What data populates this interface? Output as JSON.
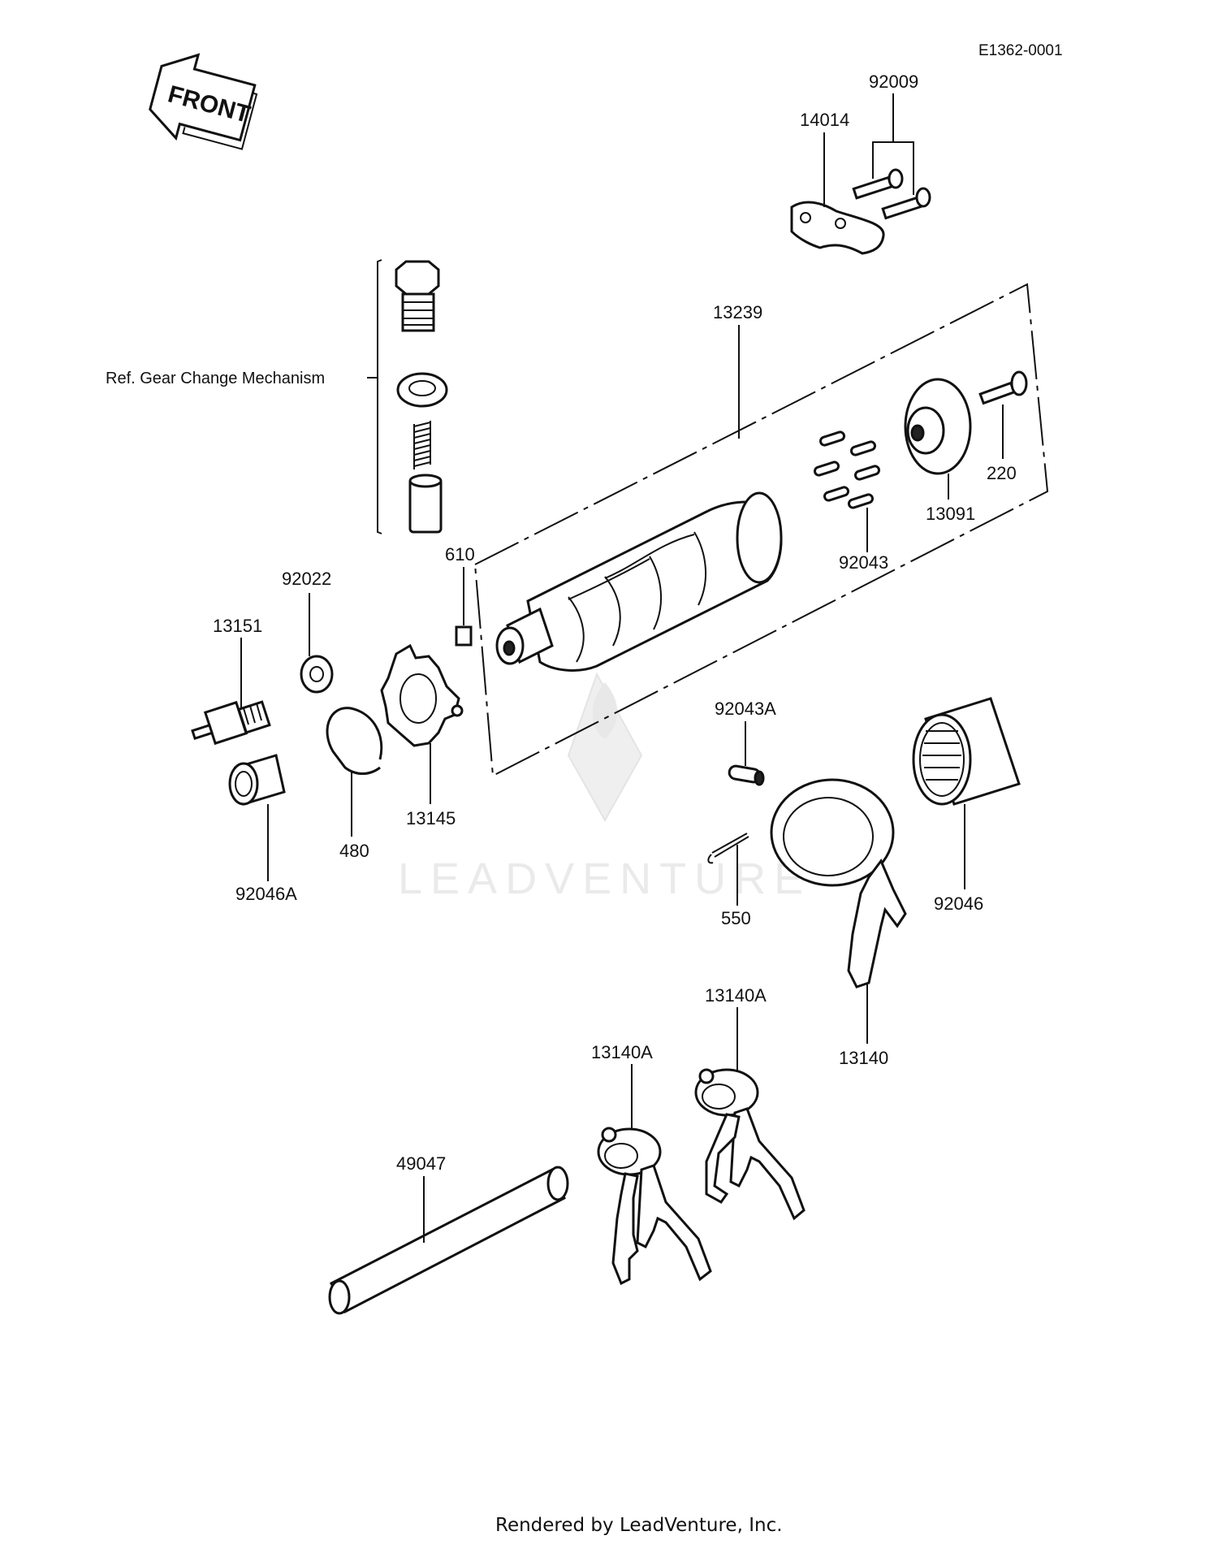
{
  "diagram_code": "E1362-0001",
  "front_label": "FRONT",
  "ref_label": "Ref. Gear Change Mechanism",
  "watermark": "LEADVENTURE",
  "footer": "Rendered by LeadVenture, Inc.",
  "parts": {
    "p92009": "92009",
    "p14014": "14014",
    "p13239": "13239",
    "p220": "220",
    "p13091": "13091",
    "p92043": "92043",
    "p610": "610",
    "p92022": "92022",
    "p13151": "13151",
    "p13145": "13145",
    "p480": "480",
    "p92046A": "92046A",
    "p92043A": "92043A",
    "p550": "550",
    "p92046": "92046",
    "p13140": "13140",
    "p13140A_1": "13140A",
    "p13140A_2": "13140A",
    "p49047": "49047"
  }
}
